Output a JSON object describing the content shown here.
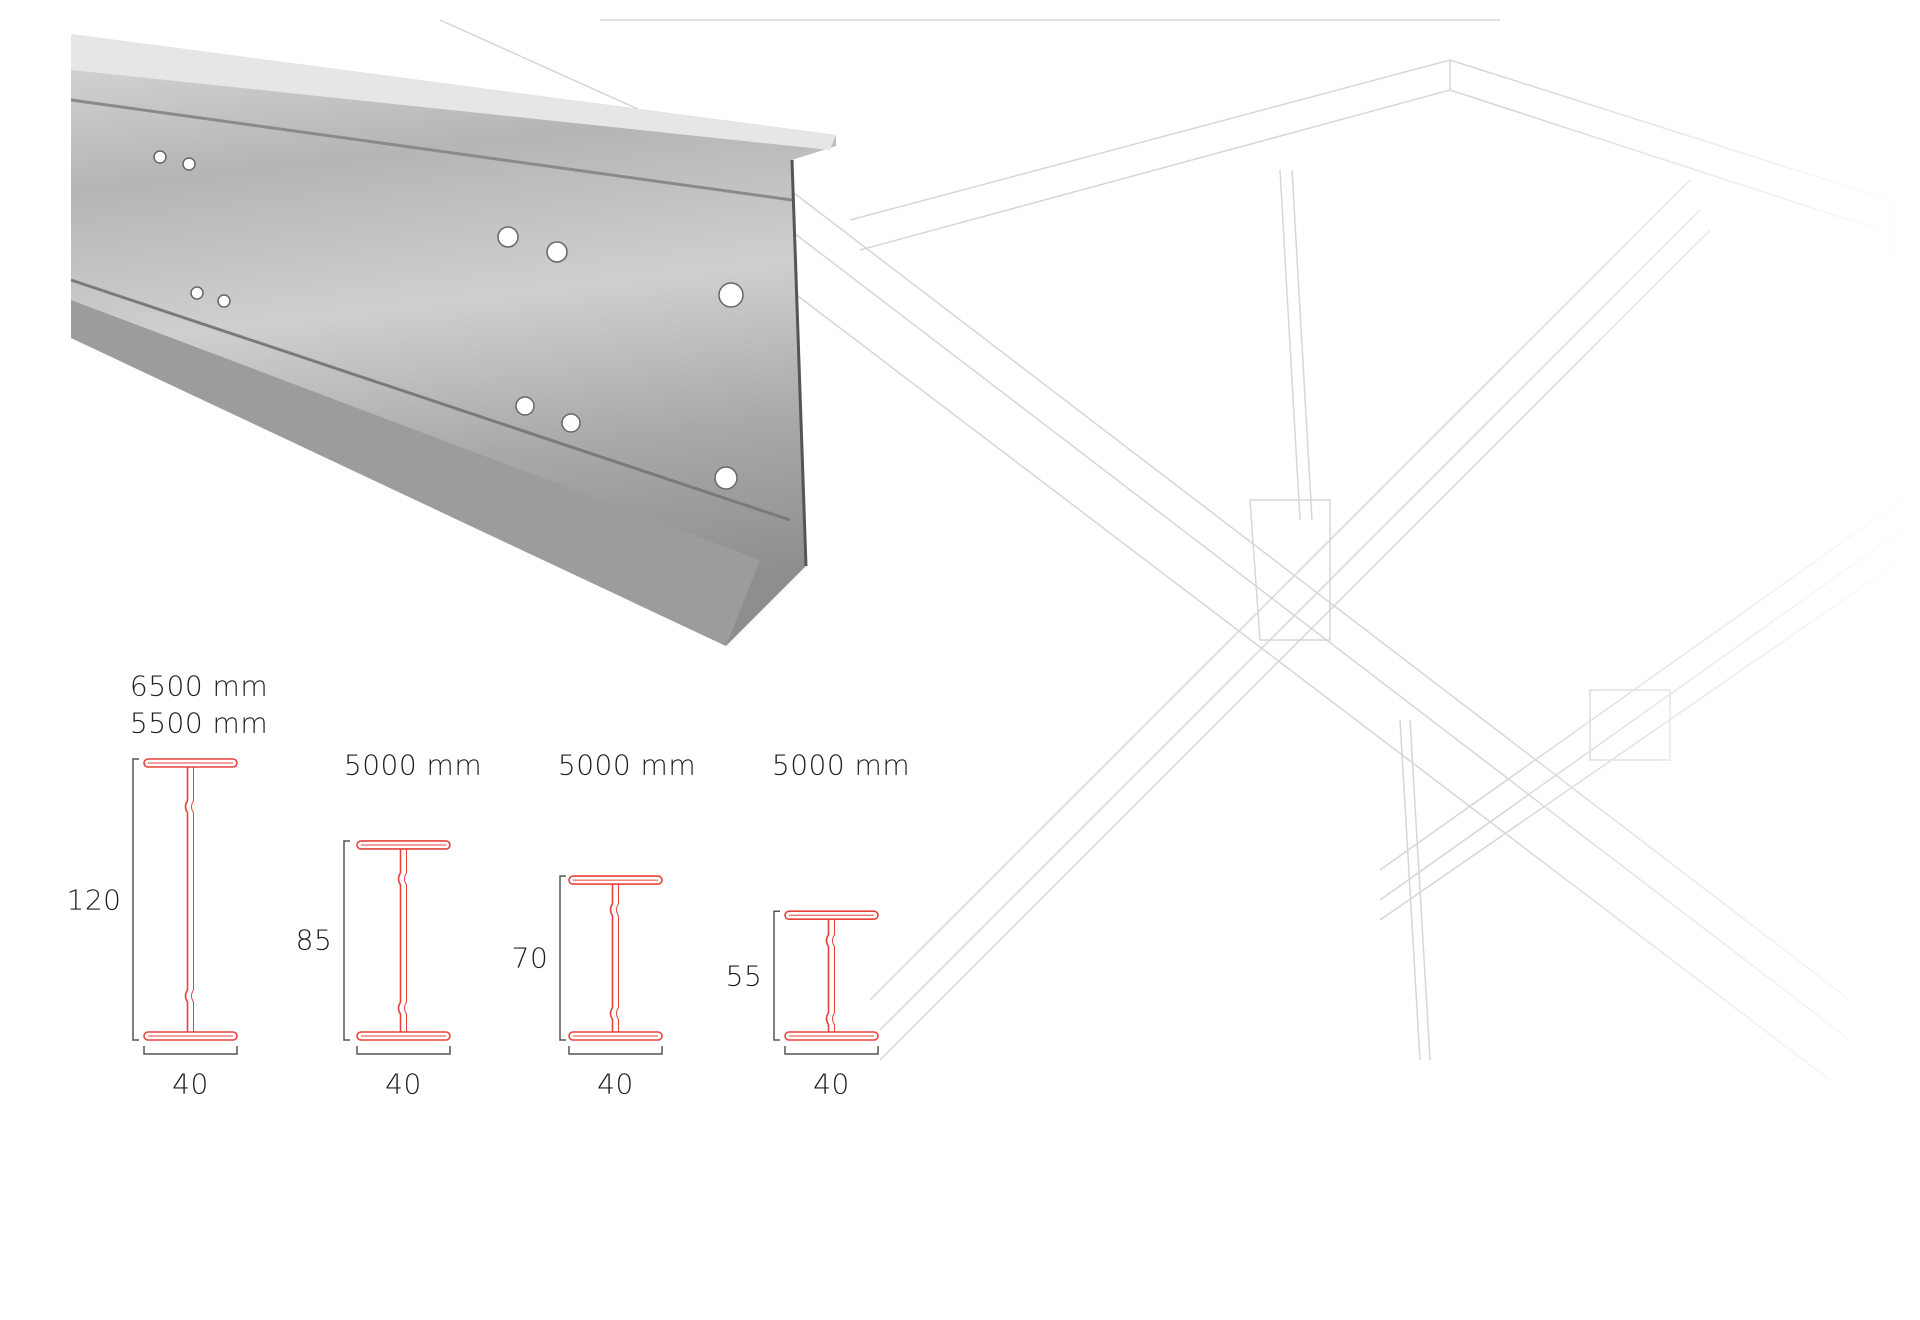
{
  "profiles": [
    {
      "lengths": [
        "6500 mm",
        "5500 mm"
      ],
      "height": "120",
      "width": "40",
      "h": 120
    },
    {
      "lengths": [
        "5000 mm"
      ],
      "height": "85",
      "width": "40",
      "h": 85
    },
    {
      "lengths": [
        "5000 mm"
      ],
      "height": "70",
      "width": "40",
      "h": 70
    },
    {
      "lengths": [
        "5000 mm"
      ],
      "height": "55",
      "width": "40",
      "h": 55
    }
  ],
  "colors": {
    "profile": "#e8423f",
    "dimension": "#555555",
    "grid": "#d6d6d6"
  }
}
